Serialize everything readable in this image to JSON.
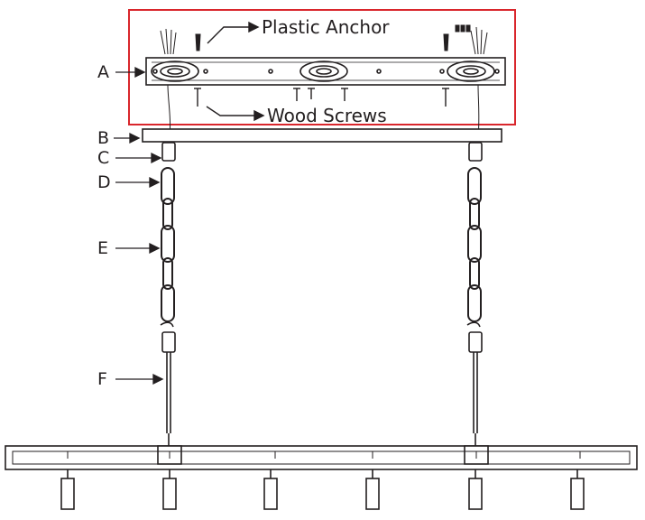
{
  "diagram": {
    "labels": {
      "a": "A",
      "b": "B",
      "c": "C",
      "d": "D",
      "e": "E",
      "f": "F"
    },
    "callouts": {
      "plastic_anchor": "Plastic Anchor",
      "wood_screws": "Wood Screws"
    },
    "colors": {
      "line": "#231f20",
      "highlight_box": "#d9262c"
    }
  }
}
